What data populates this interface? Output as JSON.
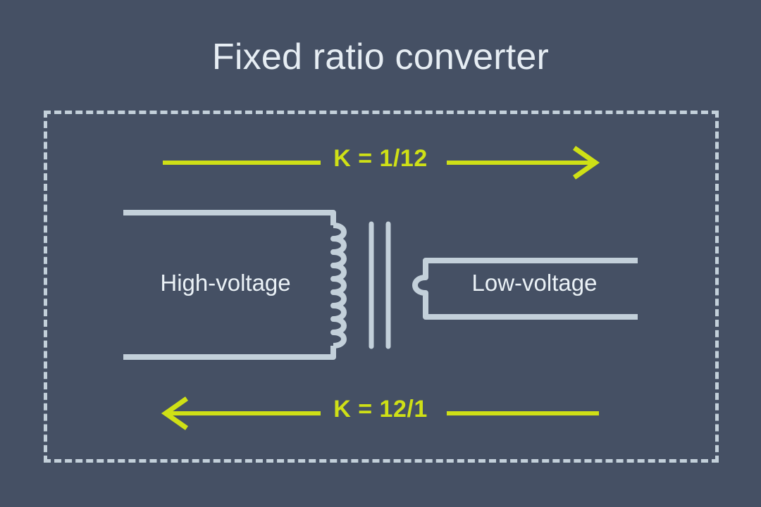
{
  "diagram": {
    "title": "Fixed ratio converter",
    "colors": {
      "background": "#455064",
      "line": "#c3d0da",
      "text": "#eaf1f6",
      "accent": "#cfe016"
    },
    "boundary": {
      "style": "dashed",
      "name": "converter-boundary"
    },
    "top_flow": {
      "label": "K = 1/12",
      "direction": "right"
    },
    "bottom_flow": {
      "label": "K = 12/1",
      "direction": "left"
    },
    "primary": {
      "label": "High-voltage",
      "turns": 10
    },
    "secondary": {
      "label": "Low-voltage",
      "turns": 1
    },
    "core": {
      "bars": 2
    }
  }
}
